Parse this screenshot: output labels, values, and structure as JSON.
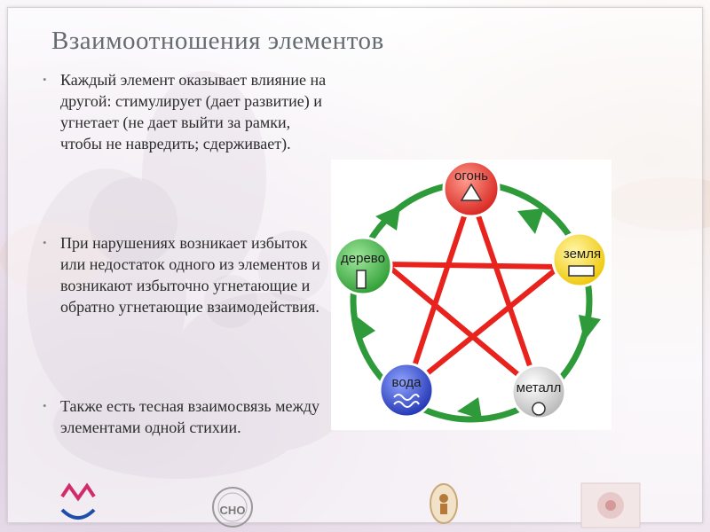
{
  "title": "Взаимоотношения элементов",
  "bullets": [
    "Каждый элемент оказывает влияние на другой: стимулирует (дает развитие) и угнетает (не дает выйти за рамки, чтобы не навредить; сдерживает).",
    "При нарушениях возникает избыток или недостаток одного из элементов и возникают избыточно угнетающие и обратно угнетающие взаимодействия.",
    "Также есть тесная взаимосвязь между элементами одной стихии."
  ],
  "diagram": {
    "nodes": {
      "fire": "огонь",
      "earth": "земля",
      "metal": "металл",
      "water": "вода",
      "wood": "дерево"
    }
  },
  "footer": {
    "logo_sno_text": "СНО"
  },
  "colors": {
    "cycle_arrow": "#2e9a3a",
    "control_arrow": "#e8231d",
    "fire": "#e23a33",
    "earth": "#f3d21c",
    "metal": "#c9c9c9",
    "water": "#2a3fbe",
    "wood": "#38a93c"
  }
}
